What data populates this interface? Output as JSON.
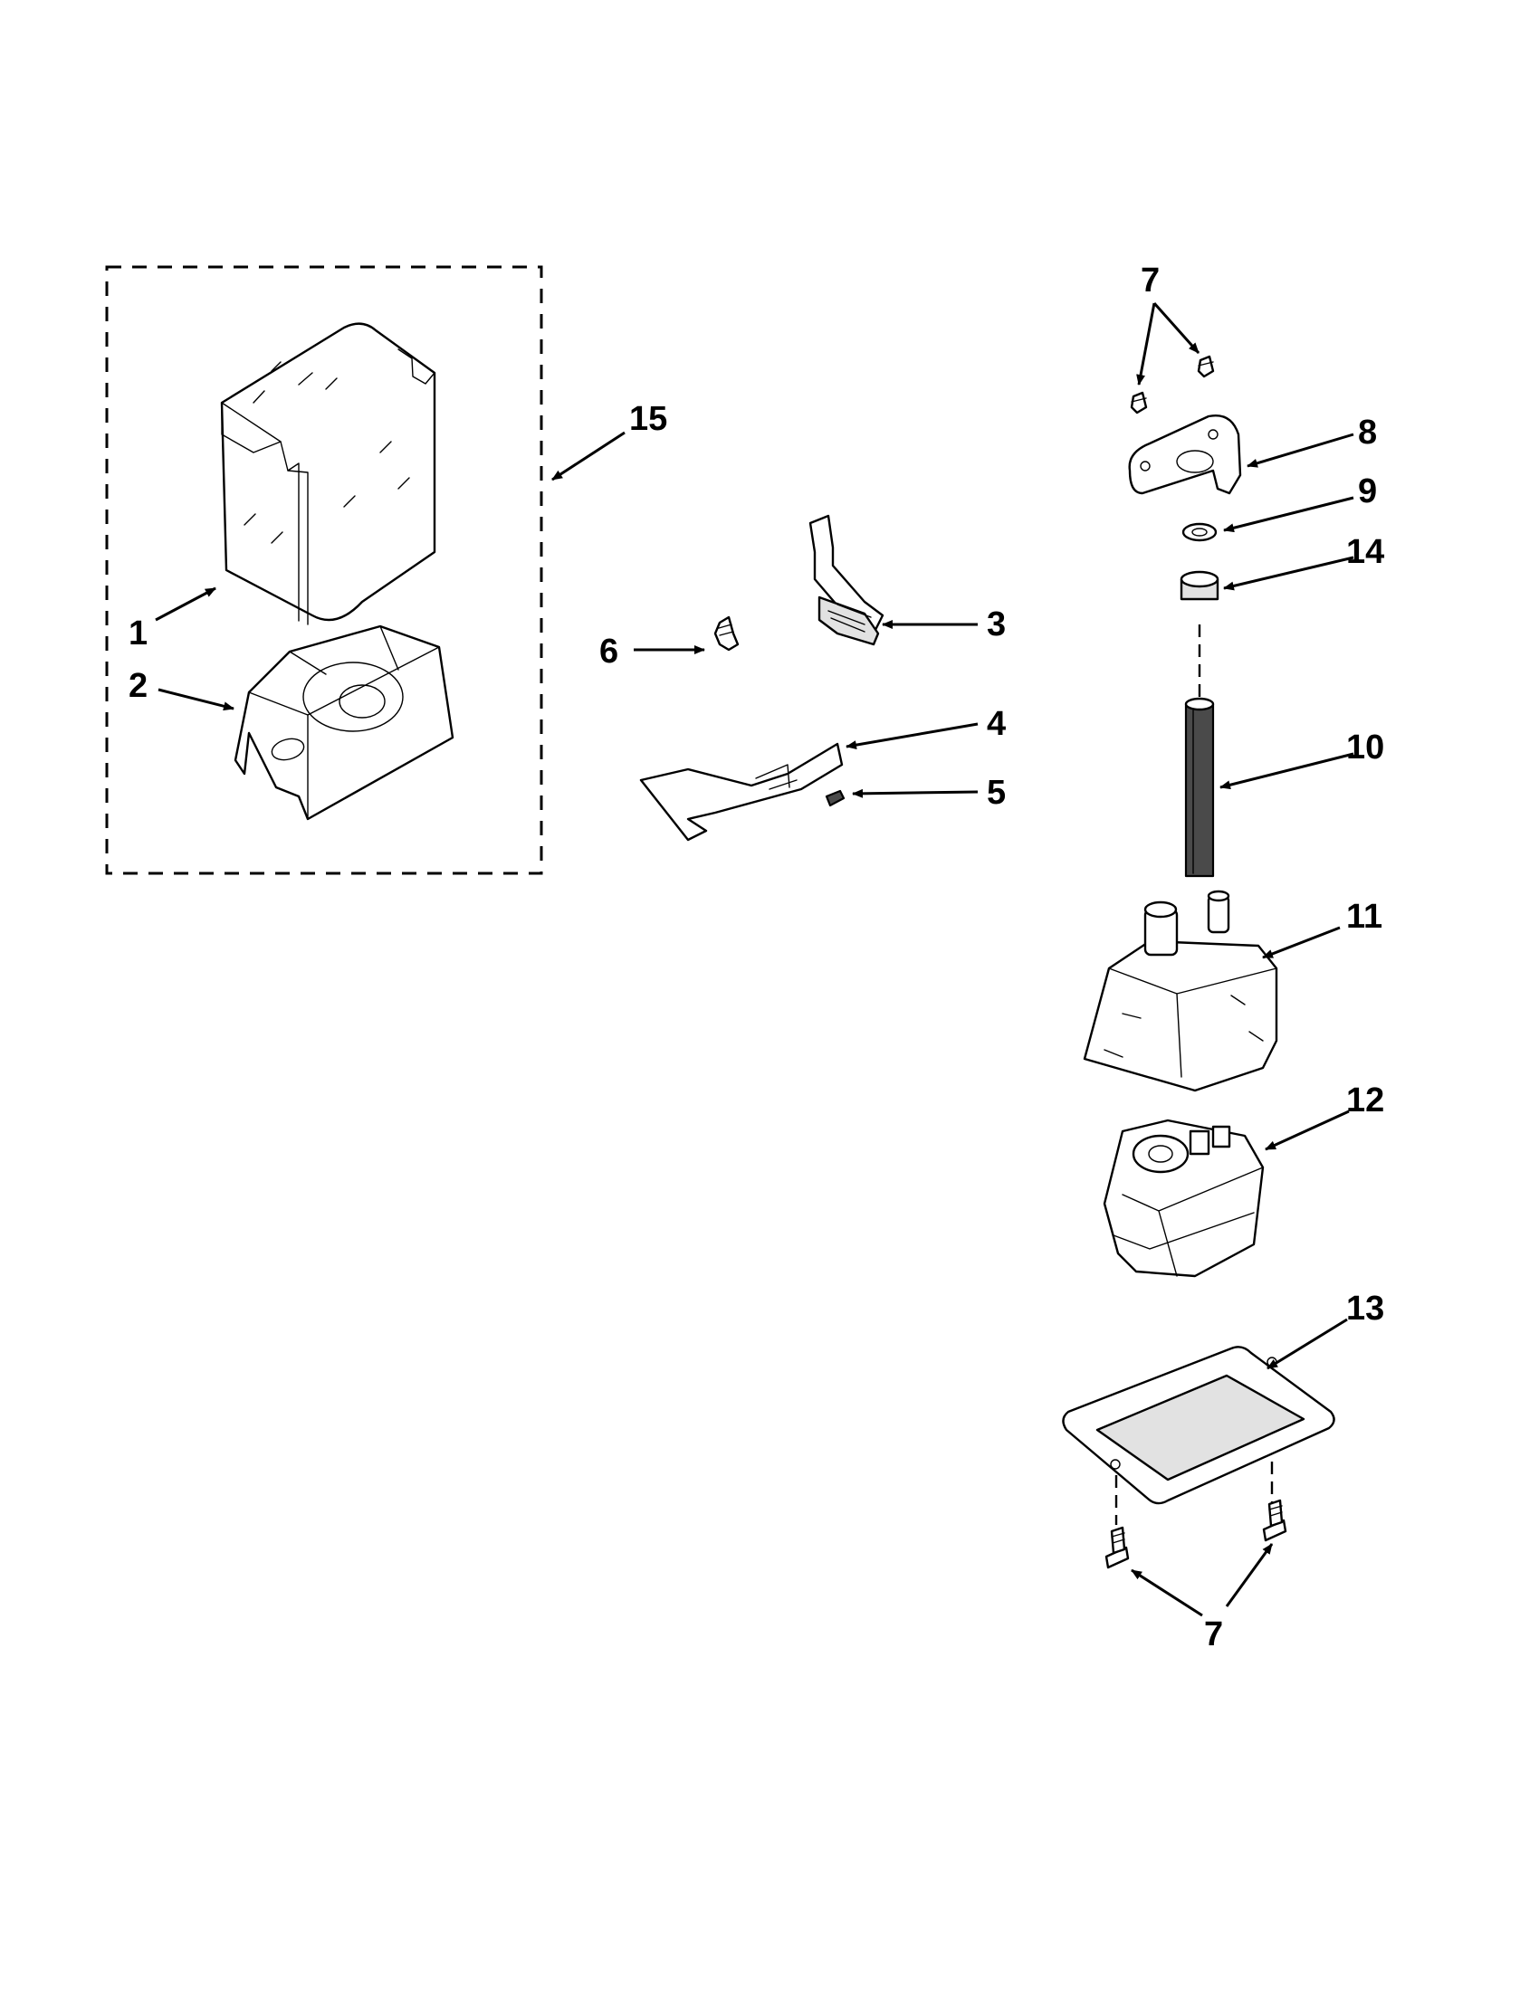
{
  "callouts": {
    "c1": "1",
    "c2": "2",
    "c3": "3",
    "c4": "4",
    "c5": "5",
    "c6": "6",
    "c7_top": "7",
    "c7_bottom": "7",
    "c8": "8",
    "c9": "9",
    "c10": "10",
    "c11": "11",
    "c12": "12",
    "c13": "13",
    "c14": "14",
    "c15": "15"
  },
  "colors": {
    "line": "#000000",
    "background": "#ffffff",
    "shade": "#e2e2e2",
    "dark_fill": "#4a4a4a"
  }
}
